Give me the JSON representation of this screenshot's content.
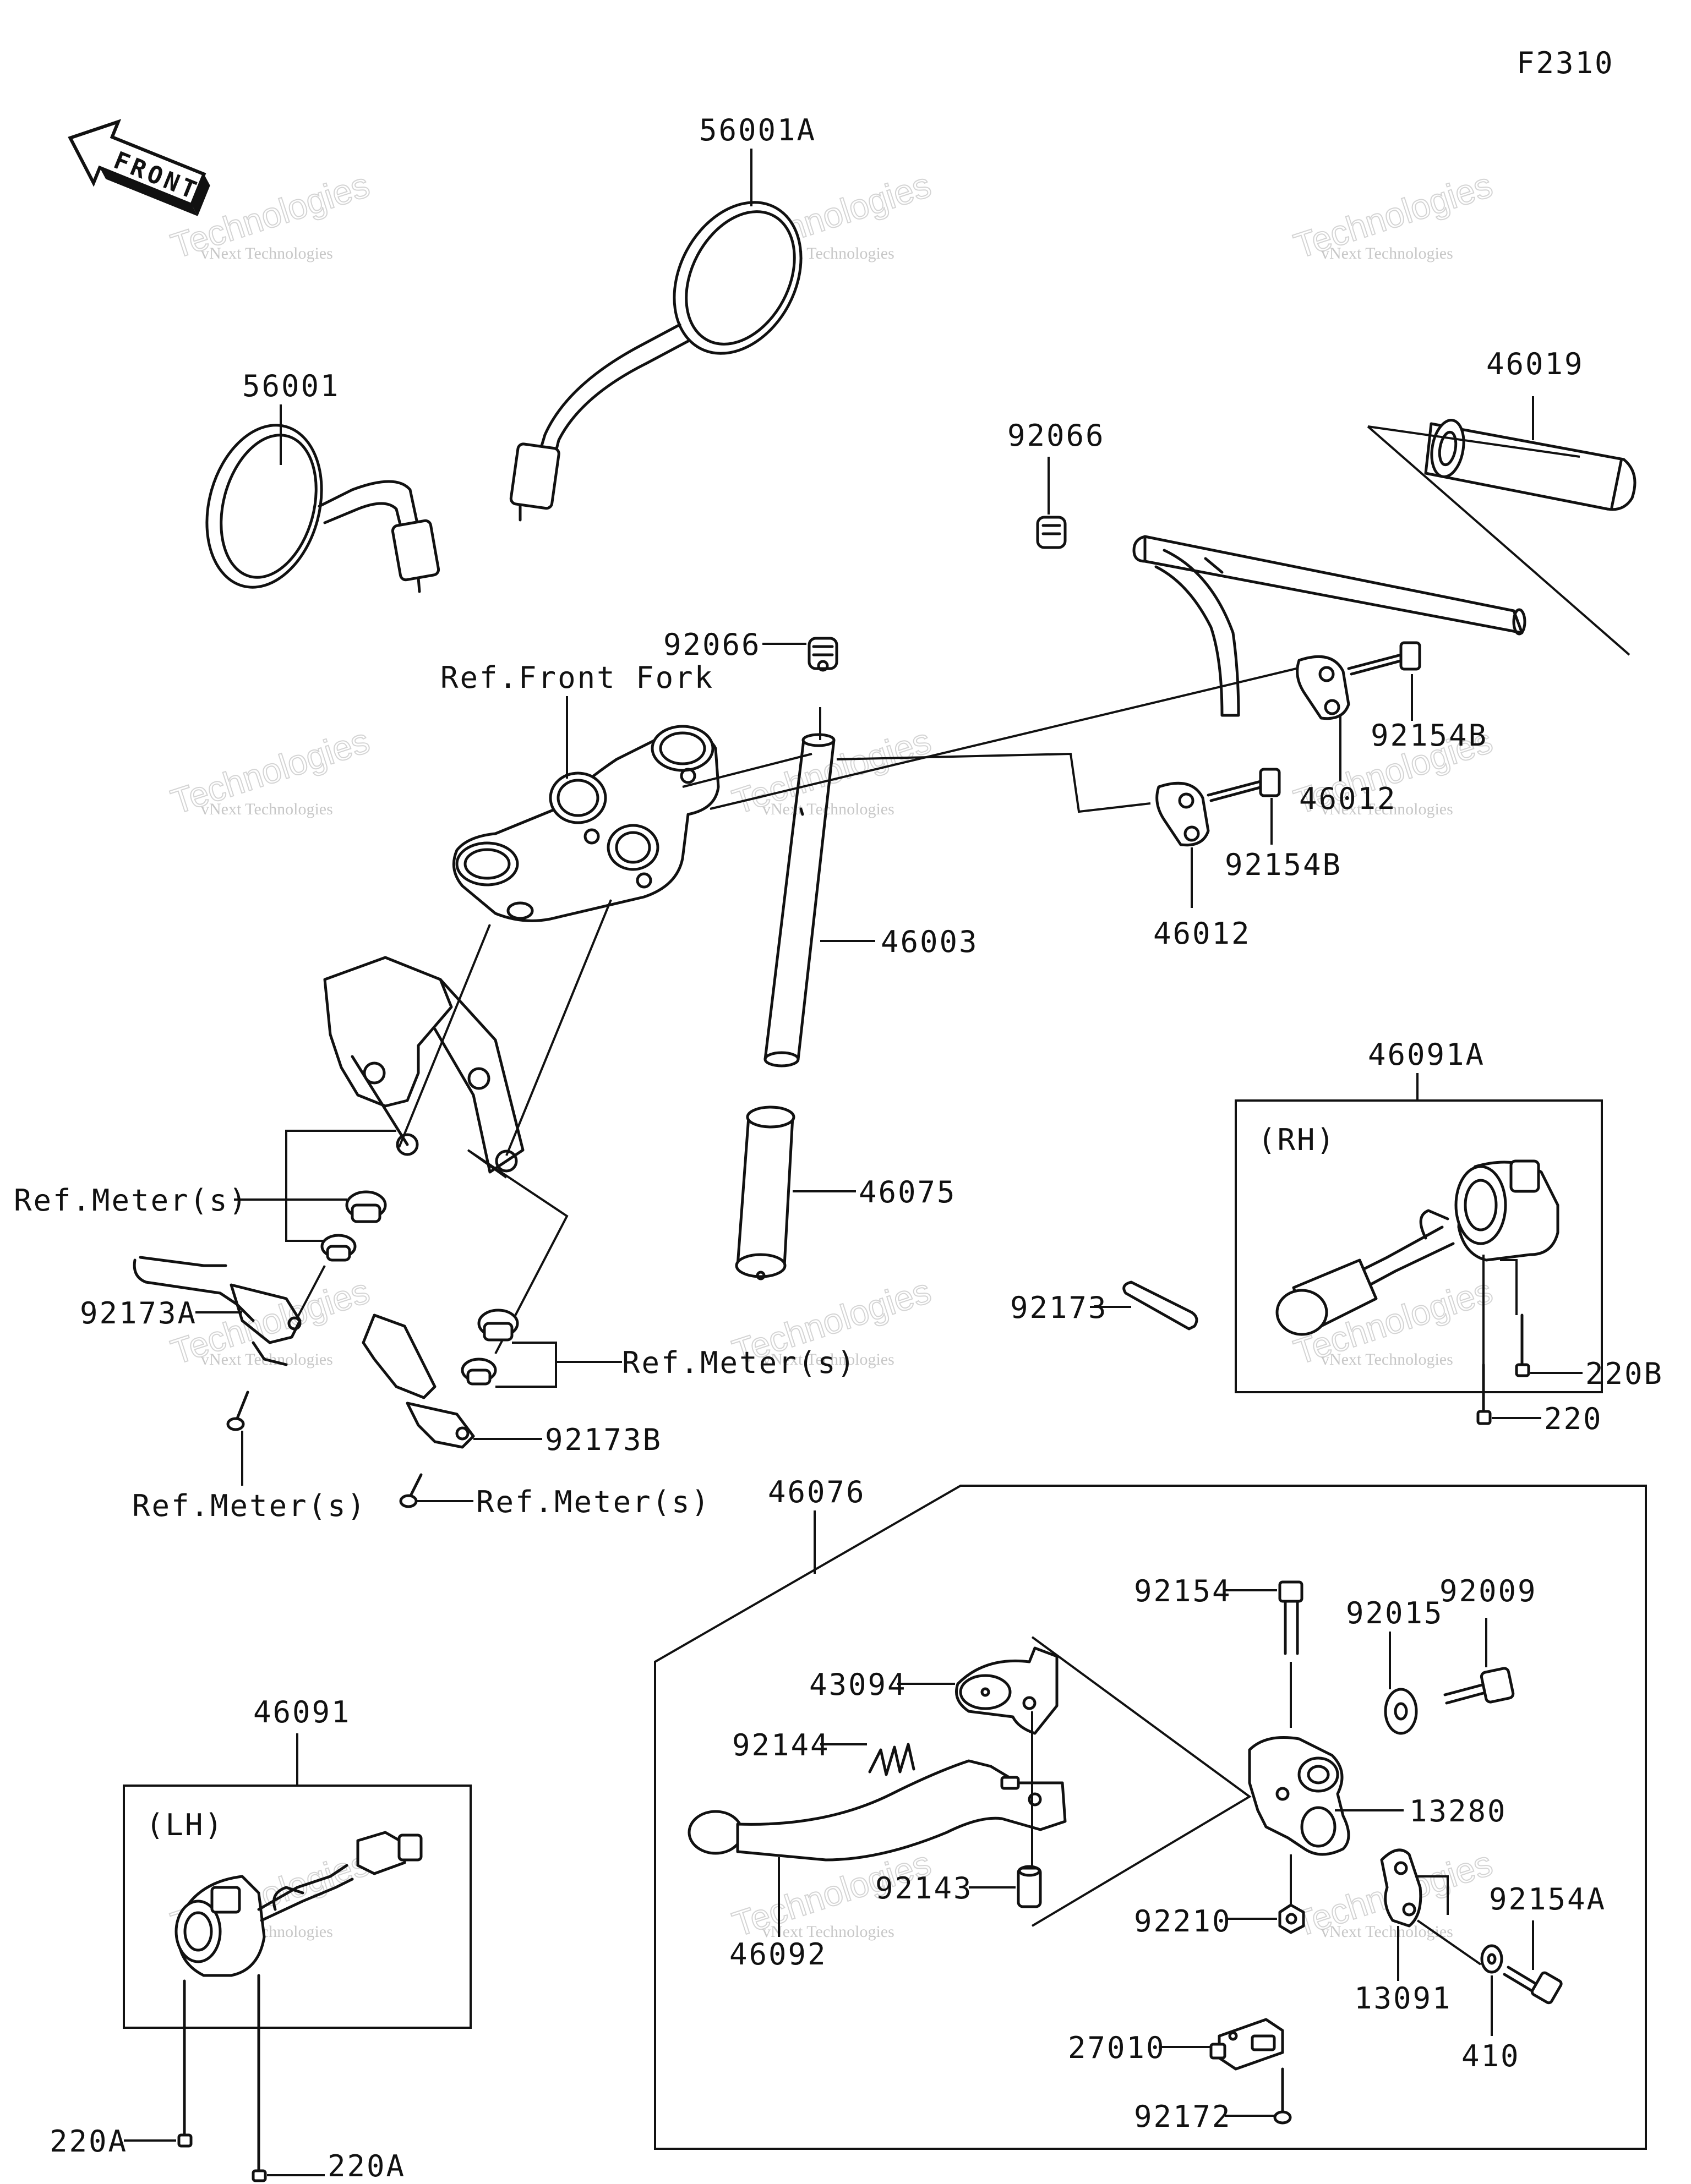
{
  "diagram_id": "F2310",
  "front_arrow": "FRONT",
  "watermark": {
    "line1": "vNext Technologies",
    "line2": "Technologies",
    "line3": "vNext"
  },
  "labels": {
    "p56001A": "56001A",
    "p56001": "56001",
    "p46019": "46019",
    "p92066_a": "92066",
    "p92066_b": "92066",
    "ref_front_fork": "Ref.Front Fork",
    "p92154B_a": "92154B",
    "p92154B_b": "92154B",
    "p46012_a": "46012",
    "p46012_b": "46012",
    "p46003": "46003",
    "p46075": "46075",
    "p46091A": "46091A",
    "rh": "(RH)",
    "p92173": "92173",
    "p220B": "220B",
    "p220": "220",
    "ref_meter_1": "Ref.Meter(s)",
    "p92173A": "92173A",
    "ref_meter_2": "Ref.Meter(s)",
    "p92173B": "92173B",
    "ref_meter_3": "Ref.Meter(s)",
    "ref_meter_4": "Ref.Meter(s)",
    "p46076": "46076",
    "p92154": "92154",
    "p92015": "92015",
    "p92009": "92009",
    "p43094": "43094",
    "p92144": "92144",
    "p13280": "13280",
    "p92143": "92143",
    "p46092": "46092",
    "p92210": "92210",
    "p92154A": "92154A",
    "p13091": "13091",
    "p27010": "27010",
    "p410": "410",
    "p92172": "92172",
    "p46091": "46091",
    "lh": "(LH)",
    "p220A_a": "220A",
    "p220A_b": "220A"
  }
}
